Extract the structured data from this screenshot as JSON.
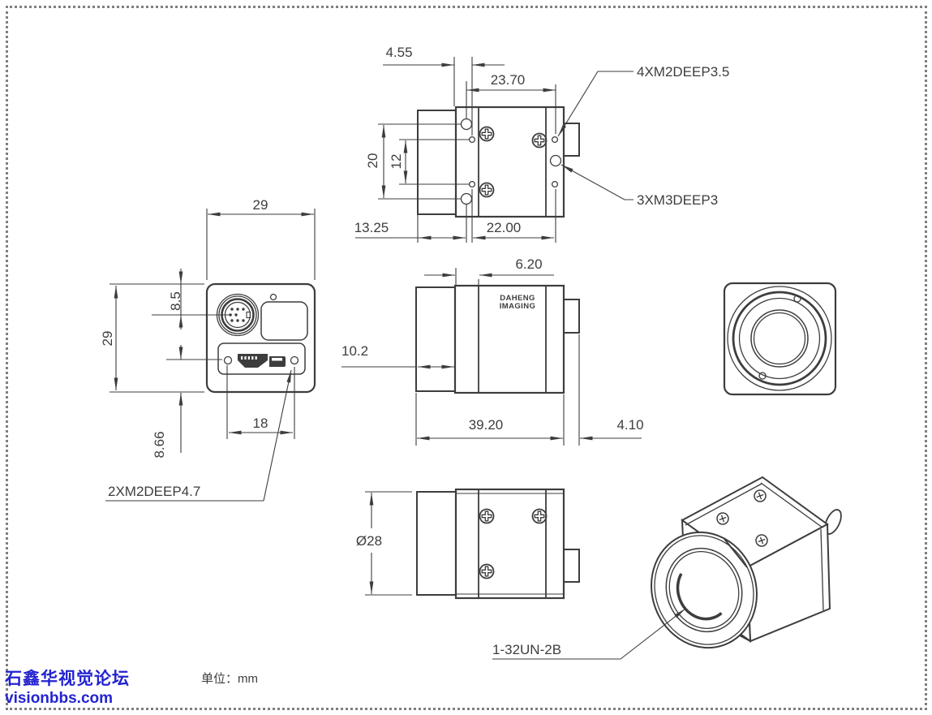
{
  "page": {
    "units_label": "单位：mm",
    "watermark_line1": "石鑫华视觉论坛",
    "watermark_line2": "visionbbs.com",
    "watermark_color": "#2323d0",
    "line_color": "#3d3d3d",
    "border_color": "#7f7f7f",
    "background": "#ffffff"
  },
  "logo": {
    "line1": "DAHENG",
    "line2": "IMAGING"
  },
  "callouts": {
    "top_m2": "4XM2DEEP3.5",
    "top_m3": "3XM3DEEP3",
    "rear_m2": "2XM2DEEP4.7",
    "lens_thread": "1-32UN-2B"
  },
  "dims": {
    "top": {
      "edge_to_hole": "4.55",
      "hole_span_long": "23.70",
      "m3_span": "20",
      "m2_span_v": "12",
      "flange_to_m3": "13.25",
      "m2_span_h": "22.00"
    },
    "rear": {
      "width": "29",
      "height": "29",
      "connector_offset": "8.5",
      "usb_screw_offset": "8.66",
      "usb_screw_span": "18"
    },
    "side": {
      "plate_depth": "6.20",
      "front_depth": "10.2",
      "body_length": "39.20",
      "rear_depth": "4.10"
    },
    "bottom": {
      "barrel_dia": "Ø28"
    }
  }
}
